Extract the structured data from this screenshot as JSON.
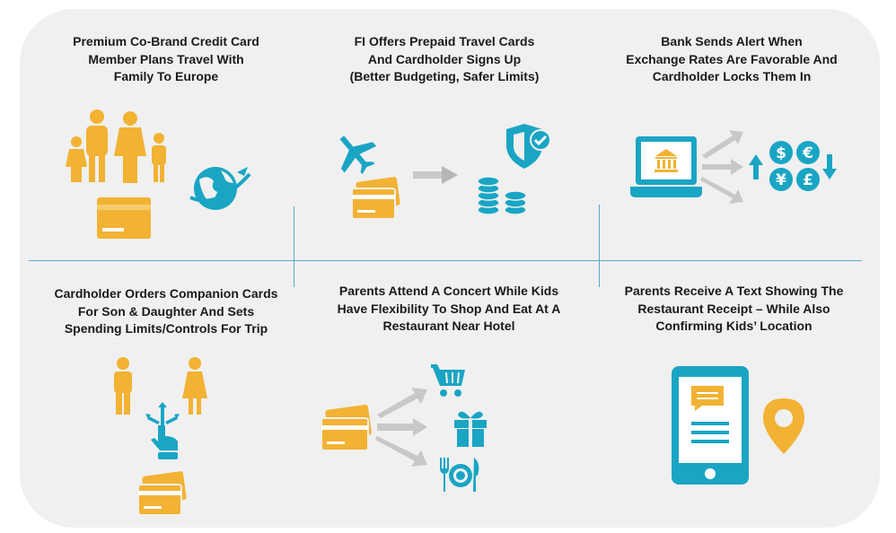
{
  "colors": {
    "gold": "#f2b233",
    "teal": "#1aa5c4",
    "grey_arrow": "#c8c8c8",
    "divider": "#5aa7c9",
    "panel": "#f0f0f0"
  },
  "steps": [
    {
      "title": "Premium Co-Brand Credit Card\nMember Plans Travel With\nFamily  To Europe",
      "icons": [
        "family-icon",
        "globe-plane-icon",
        "credit-card-icon"
      ]
    },
    {
      "title": "FI Offers Prepaid Travel Cards\nAnd  Cardholder Signs Up\n(Better Budgeting, Safer Limits)",
      "icons": [
        "airplane-icon",
        "credit-cards-icon",
        "arrow-icon",
        "shield-check-icon",
        "coin-stacks-icon"
      ]
    },
    {
      "title": "Bank Sends Alert When\nExchange Rates Are Favorable And\nCardholder Locks Them In",
      "icons": [
        "laptop-bank-icon",
        "arrows-icon",
        "up-arrow-icon",
        "currency-coins-icon",
        "down-arrow-icon"
      ]
    },
    {
      "title": "Cardholder Orders Companion Cards\nFor Son & Daughter And  Sets\nSpending Limits/Controls For Trip",
      "icons": [
        "son-icon",
        "daughter-icon",
        "hand-pointer-icon",
        "credit-cards-icon"
      ]
    },
    {
      "title": "Parents Attend  A Concert While Kids\nHave Flexibility To Shop And Eat At A\nRestaurant Near Hotel",
      "icons": [
        "credit-cards-icon",
        "arrows-icon",
        "shopping-cart-icon",
        "gift-icon",
        "restaurant-icon"
      ]
    },
    {
      "title": "Parents Receive A Text Showing The\nRestaurant Receipt – While Also\nConfirming Kids’ Location",
      "icons": [
        "smartphone-message-icon",
        "location-pin-icon"
      ]
    }
  ],
  "currency_symbols": [
    "$",
    "€",
    "¥",
    "£"
  ]
}
